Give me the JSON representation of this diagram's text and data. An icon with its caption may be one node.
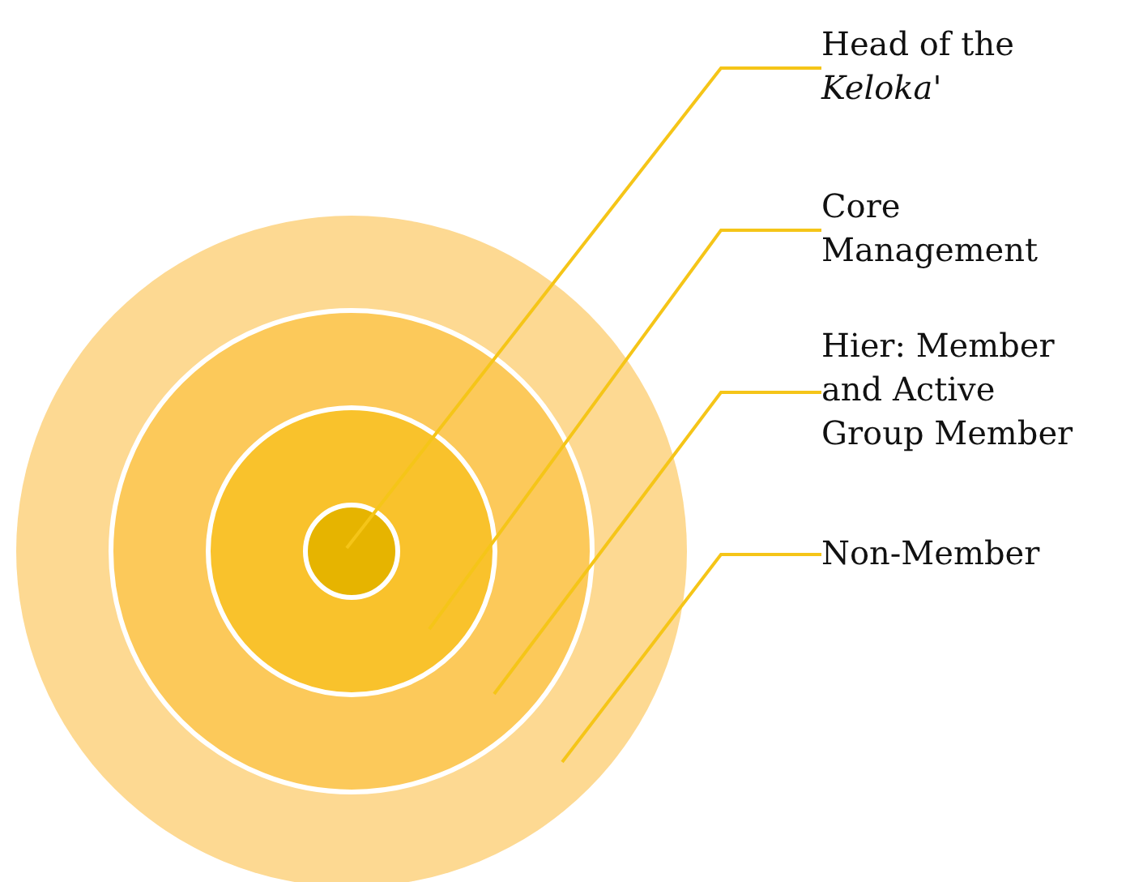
{
  "diagram": {
    "nodes": [
      {
        "text": [],
        "shape": "circle"
      },
      {
        "text": [],
        "shape": "circle",
        "in": 0
      },
      {
        "text": [],
        "shape": "circle",
        "in": 1
      },
      {
        "text": [],
        "shape": "circle",
        "in": 2
      },
      {
        "text": [
          "Head of the *Keloka*'"
        ]
      },
      {
        "text": [
          "Core Management"
        ]
      },
      {
        "text": [
          "Hier: Member and Active Group Member"
        ]
      },
      {
        "text": [
          "Non-Member"
        ]
      }
    ],
    "edges": [
      {
        "from": 4,
        "to": 3,
        "arrow": "none"
      },
      {
        "from": 5,
        "to": 2,
        "arrow": "none"
      },
      {
        "from": 6,
        "to": 1,
        "arrow": "none"
      },
      {
        "from": 7,
        "to": 0,
        "arrow": "none"
      }
    ]
  }
}
